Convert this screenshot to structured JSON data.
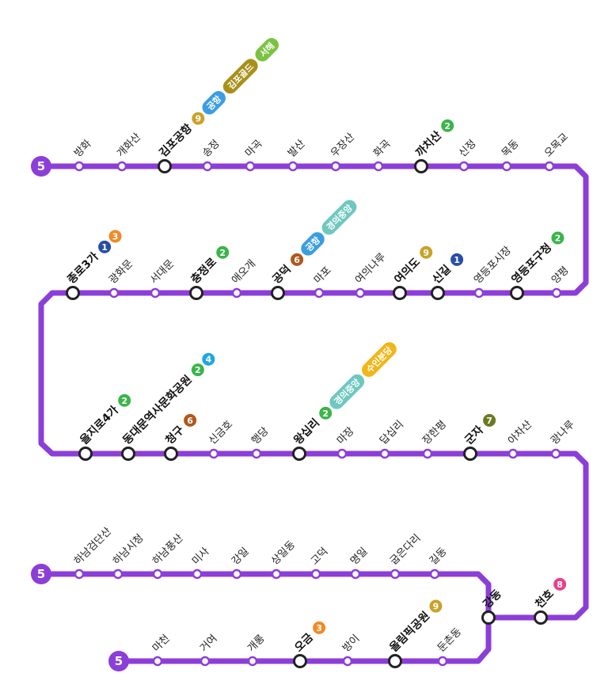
{
  "line": {
    "number": "5",
    "color": "#8c3ed8"
  },
  "line_colors": {
    "1": "#2a4ea6",
    "2": "#3bb54a",
    "3": "#f08a24",
    "4": "#1ea7e1",
    "6": "#b0581c",
    "7": "#6b7a1f",
    "8": "#e8428a",
    "9": "#c9a227",
    "공항": "#3b9ee0",
    "김포골드": "#a8901a",
    "서해": "#7cc242",
    "경의중앙": "#6fc8c0",
    "수인분당": "#f1b61a"
  },
  "stations": [
    {
      "name": "방화",
      "major": false,
      "lines": []
    },
    {
      "name": "개화산",
      "major": false,
      "lines": []
    },
    {
      "name": "김포공항",
      "major": true,
      "lines": [
        "9",
        "공항",
        "김포골드",
        "서해"
      ]
    },
    {
      "name": "송정",
      "major": false,
      "lines": []
    },
    {
      "name": "마곡",
      "major": false,
      "lines": []
    },
    {
      "name": "발산",
      "major": false,
      "lines": []
    },
    {
      "name": "우장산",
      "major": false,
      "lines": []
    },
    {
      "name": "화곡",
      "major": false,
      "lines": []
    },
    {
      "name": "까치산",
      "major": true,
      "lines": [
        "2"
      ]
    },
    {
      "name": "신정",
      "major": false,
      "lines": []
    },
    {
      "name": "목동",
      "major": false,
      "lines": []
    },
    {
      "name": "오목교",
      "major": false,
      "lines": []
    },
    {
      "name": "양평",
      "major": false,
      "lines": []
    },
    {
      "name": "영등포구청",
      "major": true,
      "lines": [
        "2"
      ]
    },
    {
      "name": "영등포시장",
      "major": false,
      "lines": []
    },
    {
      "name": "신길",
      "major": true,
      "lines": [
        "1"
      ]
    },
    {
      "name": "여의도",
      "major": true,
      "lines": [
        "9"
      ]
    },
    {
      "name": "여의나루",
      "major": false,
      "lines": []
    },
    {
      "name": "마포",
      "major": false,
      "lines": []
    },
    {
      "name": "공덕",
      "major": true,
      "lines": [
        "6",
        "공항",
        "경의중앙"
      ]
    },
    {
      "name": "애오개",
      "major": false,
      "lines": []
    },
    {
      "name": "충정로",
      "major": true,
      "lines": [
        "2"
      ]
    },
    {
      "name": "서대문",
      "major": false,
      "lines": []
    },
    {
      "name": "광화문",
      "major": false,
      "lines": []
    },
    {
      "name": "종로3가",
      "major": true,
      "lines": [
        "1",
        "3"
      ]
    },
    {
      "name": "을지로4가",
      "major": true,
      "lines": [
        "2"
      ]
    },
    {
      "name": "동대문역사문화공원",
      "major": true,
      "lines": [
        "2",
        "4"
      ]
    },
    {
      "name": "청구",
      "major": true,
      "lines": [
        "6"
      ]
    },
    {
      "name": "신금호",
      "major": false,
      "lines": []
    },
    {
      "name": "행당",
      "major": false,
      "lines": []
    },
    {
      "name": "왕십리",
      "major": true,
      "lines": [
        "2",
        "경의중앙",
        "수인분당"
      ]
    },
    {
      "name": "마장",
      "major": false,
      "lines": []
    },
    {
      "name": "답십리",
      "major": false,
      "lines": []
    },
    {
      "name": "장한평",
      "major": false,
      "lines": []
    },
    {
      "name": "군자",
      "major": true,
      "lines": [
        "7"
      ]
    },
    {
      "name": "아차산",
      "major": false,
      "lines": []
    },
    {
      "name": "광나루",
      "major": false,
      "lines": []
    },
    {
      "name": "천호",
      "major": true,
      "lines": [
        "8"
      ]
    },
    {
      "name": "강동",
      "major": true,
      "lines": []
    },
    {
      "name": "길동",
      "major": false,
      "lines": []
    },
    {
      "name": "굽은다리",
      "major": false,
      "lines": []
    },
    {
      "name": "명일",
      "major": false,
      "lines": []
    },
    {
      "name": "고덕",
      "major": false,
      "lines": []
    },
    {
      "name": "상일동",
      "major": false,
      "lines": []
    },
    {
      "name": "강일",
      "major": false,
      "lines": []
    },
    {
      "name": "미사",
      "major": false,
      "lines": []
    },
    {
      "name": "하남풍산",
      "major": false,
      "lines": []
    },
    {
      "name": "하남시청",
      "major": false,
      "lines": []
    },
    {
      "name": "하남검단산",
      "major": false,
      "lines": []
    },
    {
      "name": "둔촌동",
      "major": false,
      "lines": []
    },
    {
      "name": "올림픽공원",
      "major": true,
      "lines": [
        "9"
      ]
    },
    {
      "name": "방이",
      "major": false,
      "lines": []
    },
    {
      "name": "오금",
      "major": true,
      "lines": [
        "3"
      ]
    },
    {
      "name": "개롱",
      "major": false,
      "lines": []
    },
    {
      "name": "거여",
      "major": false,
      "lines": []
    },
    {
      "name": "마천",
      "major": false,
      "lines": []
    }
  ]
}
